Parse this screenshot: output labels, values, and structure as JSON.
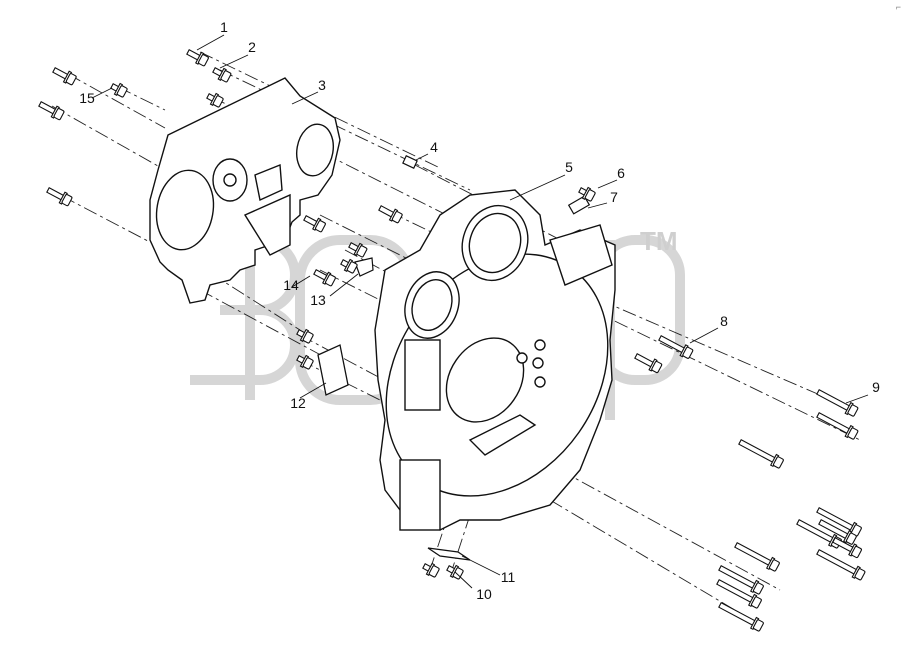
{
  "diagram": {
    "callouts": [
      "1",
      "2",
      "3",
      "4",
      "5",
      "6",
      "7",
      "8",
      "9",
      "10",
      "11",
      "12",
      "13",
      "14",
      "15"
    ],
    "watermark": {
      "mark": "TM",
      "color": "#cfcfcf"
    },
    "corner_mark": "⌐"
  }
}
